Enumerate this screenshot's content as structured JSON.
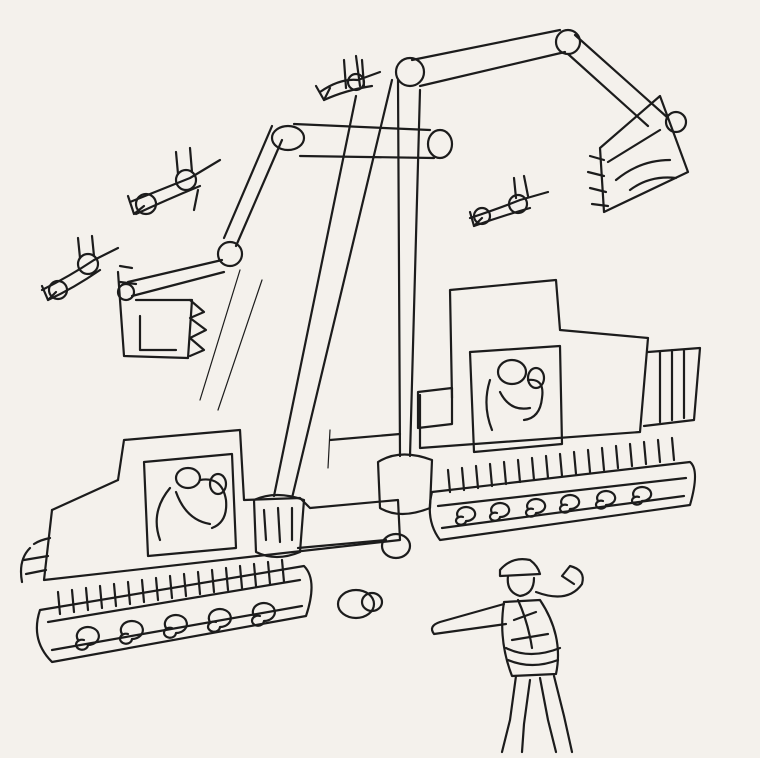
{
  "colors": {
    "paper": "#f4f1ec",
    "ink": "#1c1c1c"
  },
  "scene": {
    "subject_left": "excavator",
    "subject_right": "excavator",
    "figure": "worker",
    "birds": "bird"
  }
}
